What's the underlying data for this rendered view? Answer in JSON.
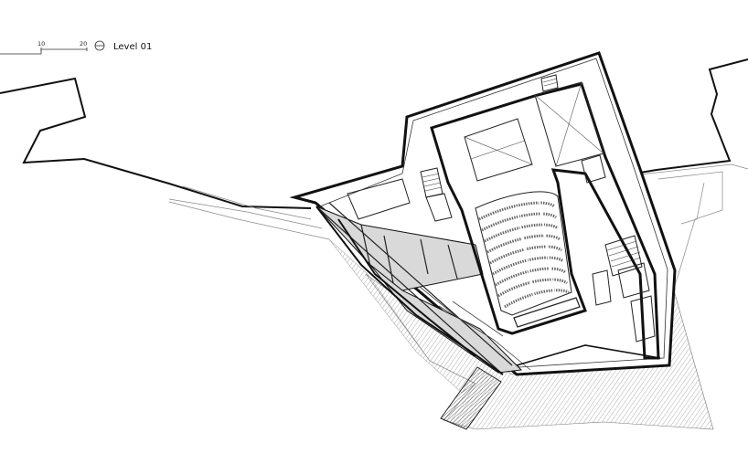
{
  "scale_bar": {
    "ticks": [
      "10",
      "20"
    ]
  },
  "level": {
    "title": "Level 01"
  },
  "colors": {
    "line": "#111111",
    "thin_line": "#8a8a8a",
    "fill_gray": "#d9d9d9",
    "background": "#ffffff"
  }
}
